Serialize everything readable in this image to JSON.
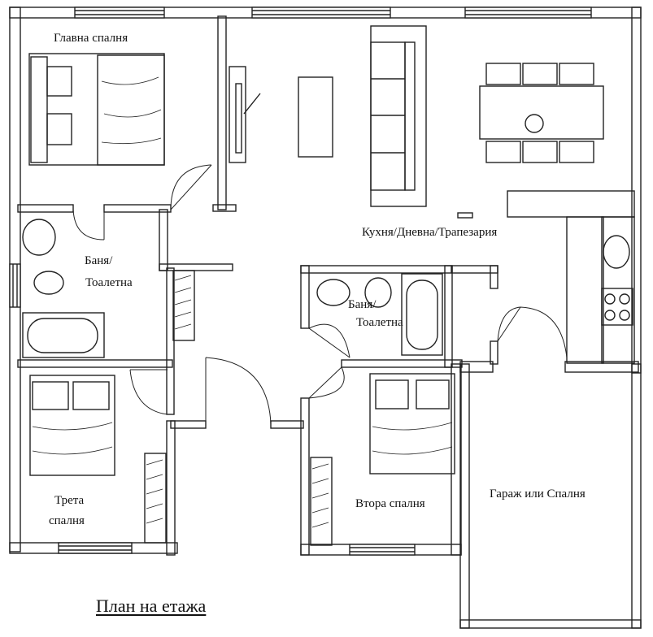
{
  "plan": {
    "title": "План на етажа",
    "rooms": {
      "master_bedroom": "Главна спалня",
      "bath1_line1": "Баня/",
      "bath1_line2": "Тоалетна",
      "bath2_line1": "Баня/",
      "bath2_line2": "Тоалетна",
      "living": "Кухня/Дневна/Трапезария",
      "third_bedroom_line1": "Трета",
      "third_bedroom_line2": "спалня",
      "second_bedroom": "Втора спалня",
      "garage": "Гараж  или  Спалня"
    }
  },
  "colors": {
    "wall": "#222222",
    "line": "#333333",
    "background": "#ffffff"
  }
}
